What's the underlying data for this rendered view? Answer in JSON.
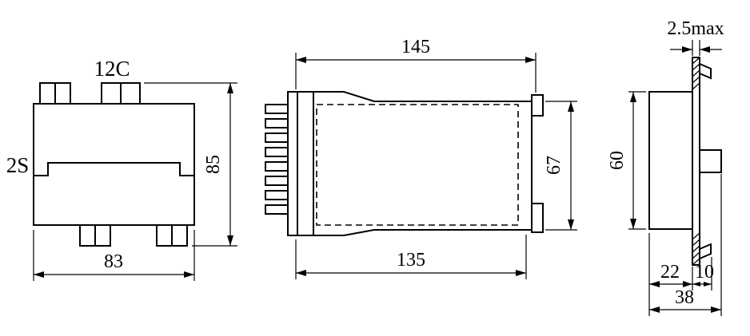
{
  "drawing": {
    "front_view": {
      "top_label": "12C",
      "left_label": "2S",
      "dim_height": "85",
      "dim_width": "83"
    },
    "side_view": {
      "dim_length_total": "145",
      "dim_height": "67",
      "dim_length_body": "135"
    },
    "end_view": {
      "dim_panel_thickness": "2.5max",
      "dim_height": "60",
      "dim_depth_rear": "22",
      "dim_depth_front": "10",
      "dim_depth_total": "38"
    },
    "colors": {
      "line": "#000000",
      "background": "#ffffff"
    }
  }
}
